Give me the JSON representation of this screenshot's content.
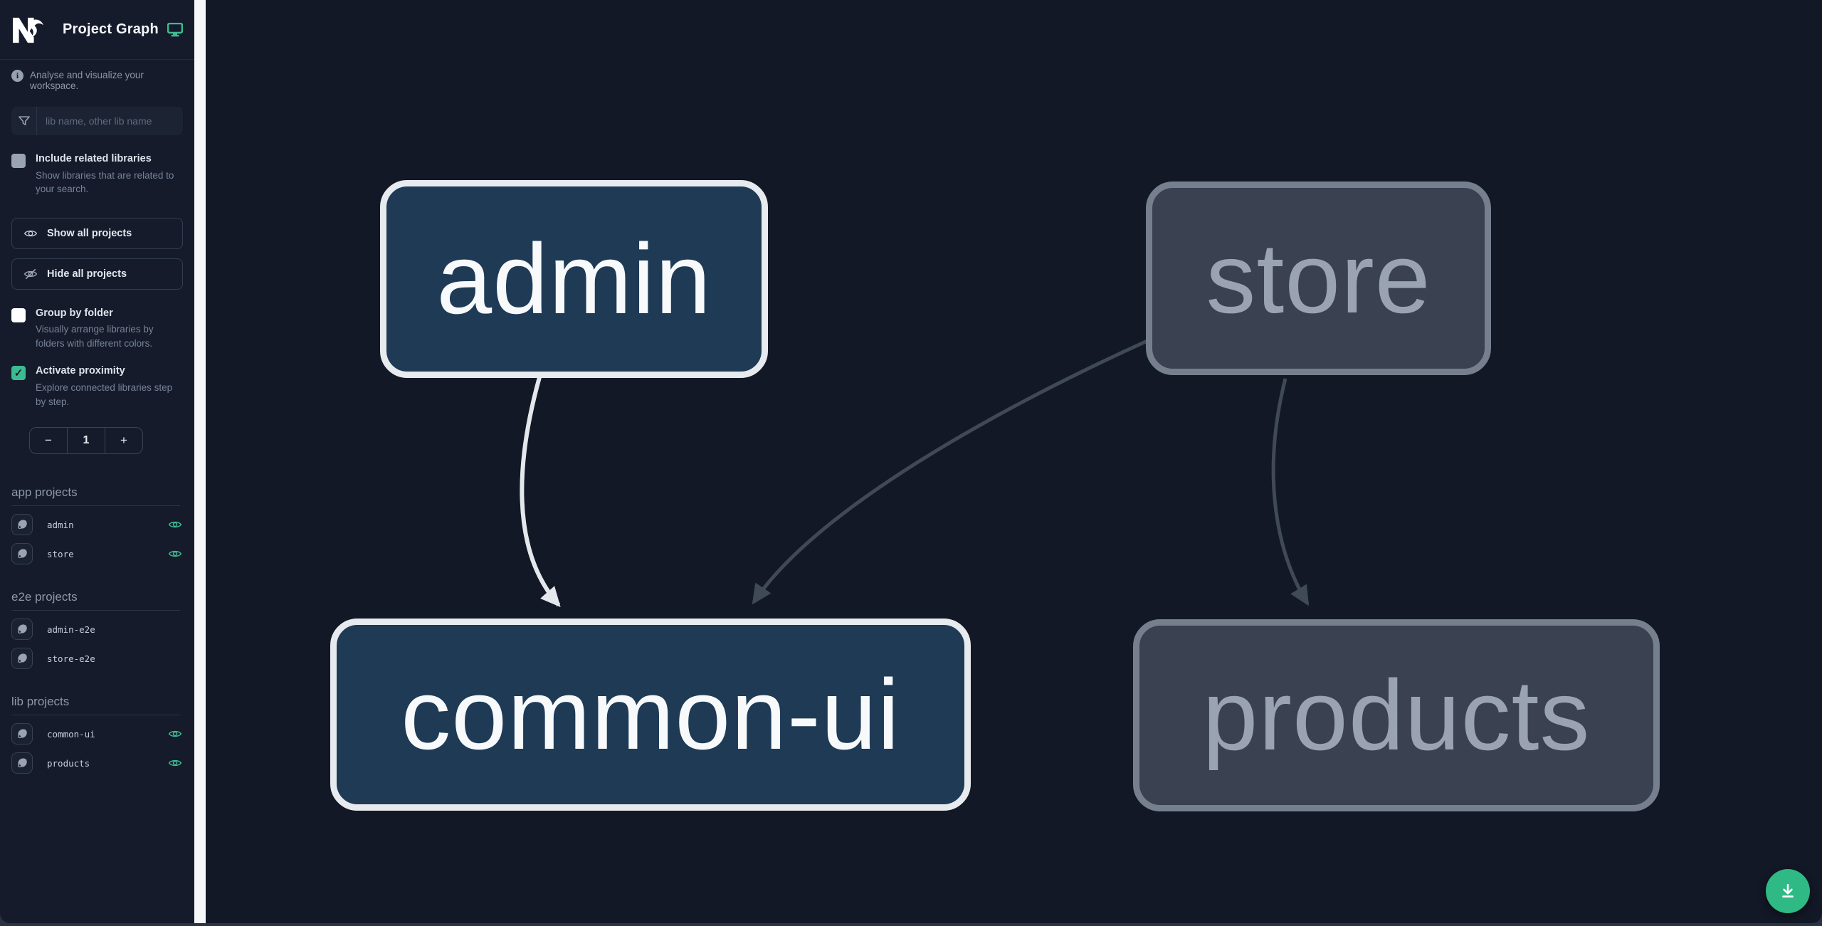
{
  "app": {
    "title": "Project Graph",
    "subtitle": "Analyse and visualize your workspace."
  },
  "search": {
    "placeholder": "lib name, other lib name"
  },
  "options": {
    "include_related": {
      "label": "Include related libraries",
      "description": "Show libraries that are related to your search.",
      "checked": false
    },
    "group_by_folder": {
      "label": "Group by folder",
      "description": "Visually arrange libraries by folders with different colors.",
      "checked": false
    },
    "activate_proximity": {
      "label": "Activate proximity",
      "description": "Explore connected libraries step by step.",
      "checked": true,
      "checkmark": "✓"
    }
  },
  "actions": {
    "show_all": "Show all projects",
    "hide_all": "Hide all projects"
  },
  "proximity_stepper": {
    "decrement": "−",
    "value": "1",
    "increment": "+"
  },
  "sections": [
    {
      "title": "app projects",
      "items": [
        {
          "name": "admin",
          "visible": true
        },
        {
          "name": "store",
          "visible": true
        }
      ]
    },
    {
      "title": "e2e projects",
      "items": [
        {
          "name": "admin-e2e",
          "visible": false
        },
        {
          "name": "store-e2e",
          "visible": false
        }
      ]
    },
    {
      "title": "lib projects",
      "items": [
        {
          "name": "common-ui",
          "visible": true
        },
        {
          "name": "products",
          "visible": true
        }
      ]
    }
  ],
  "graph": {
    "nodes": [
      {
        "label": "admin",
        "state": "focused"
      },
      {
        "label": "store",
        "state": "faded"
      },
      {
        "label": "common-ui",
        "state": "focused"
      },
      {
        "label": "products",
        "state": "faded"
      }
    ],
    "edges": [
      {
        "from": "admin",
        "to": "common-ui",
        "state": "focused"
      },
      {
        "from": "store",
        "to": "common-ui",
        "state": "faded"
      },
      {
        "from": "store",
        "to": "products",
        "state": "faded"
      }
    ]
  },
  "colors": {
    "accent_green": "#3dbb90",
    "fab_green": "#2fb985",
    "node_focused_fill": "#1e3a55",
    "node_focused_border": "#e7eaee",
    "node_faded_fill": "#3a4150",
    "node_faded_border": "#767f8e",
    "edge_focused": "#e4e8ed",
    "edge_faded": "#404957",
    "sidebar_bg": "#151b2a",
    "canvas_bg": "#131826"
  },
  "info_icon_glyph": "i"
}
